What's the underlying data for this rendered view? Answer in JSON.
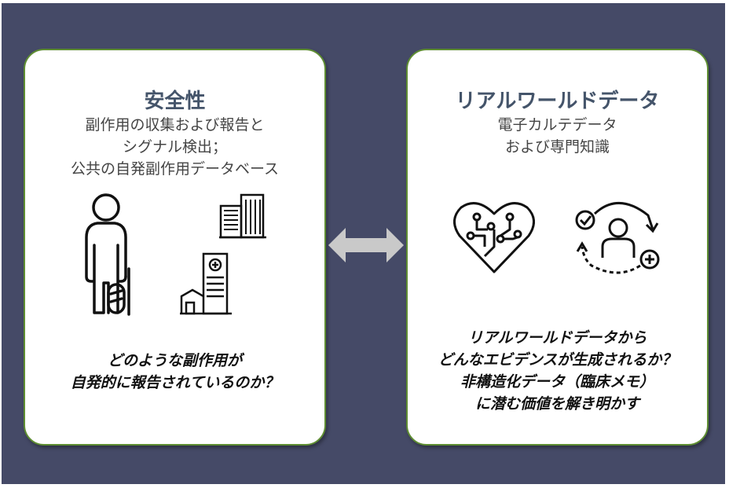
{
  "left_panel": {
    "title": "安全性",
    "subtitle_lines": [
      "副作用の収集および報告と",
      "シグナル検出；",
      "公共の自発副作用データベース"
    ],
    "question_lines": [
      "どのような副作用が",
      "自発的に報告されているのか？"
    ],
    "icons": [
      "patient-with-cane-icon",
      "office-buildings-icon",
      "hospital-icon"
    ]
  },
  "right_panel": {
    "title": "リアルワールドデータ",
    "subtitle_lines": [
      "電子カルテデータ",
      "および専門知識"
    ],
    "question_lines": [
      "リアルワールドデータから",
      "どんなエビデンスが生成されるか？",
      "非構造化データ（臨床メモ）",
      "に潜む価値を解き明かす"
    ],
    "icons": [
      "circuit-heart-icon",
      "person-cycle-icon"
    ]
  },
  "connector": {
    "icon": "double-arrow-icon",
    "color": "#c9c9c9"
  },
  "colors": {
    "background": "#454a67",
    "panel_border": "#5e8d32",
    "title": "#44546a"
  }
}
